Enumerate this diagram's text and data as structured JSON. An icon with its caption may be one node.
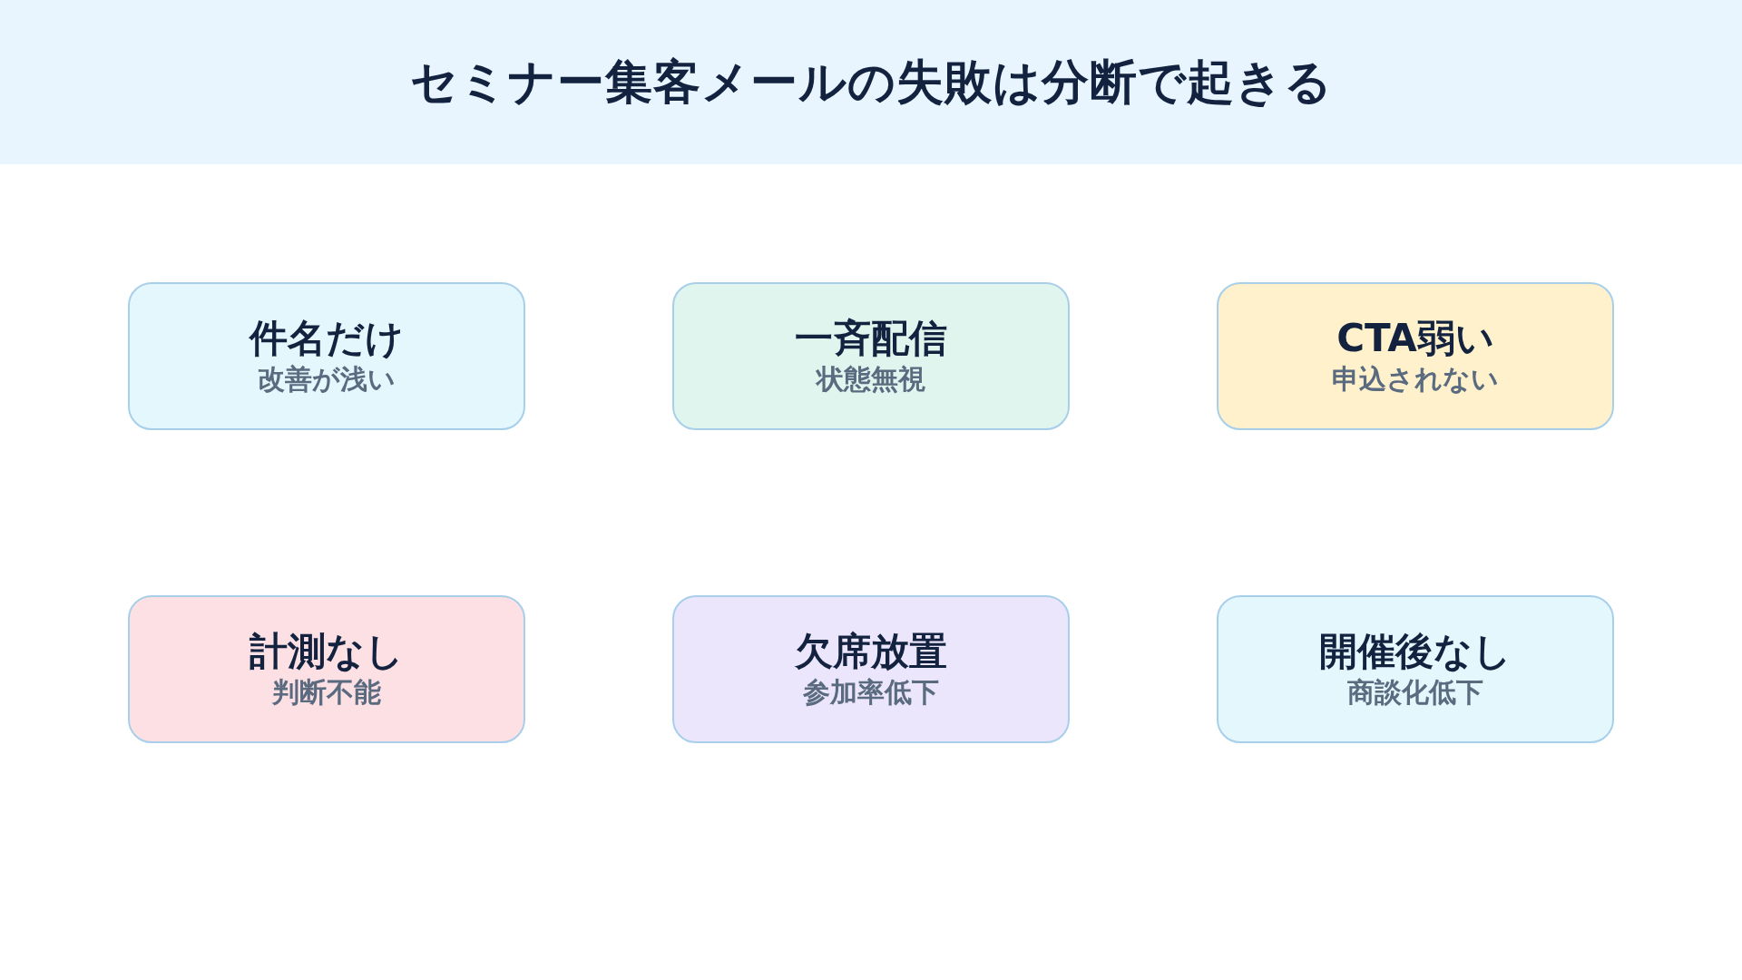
{
  "diagram": {
    "title": "セミナー集客メールの失敗は分断で起きる",
    "nodes": [
      {
        "text": [
          "件名だけ",
          "改善が浅い"
        ]
      },
      {
        "text": [
          "一斉配信",
          "状態無視"
        ]
      },
      {
        "text": [
          "CTA弱い",
          "申込されない"
        ]
      },
      {
        "text": [
          "計測なし",
          "判断不能"
        ]
      },
      {
        "text": [
          "欠席放置",
          "参加率低下"
        ]
      },
      {
        "text": [
          "開催後なし",
          "商談化低下"
        ]
      }
    ]
  }
}
